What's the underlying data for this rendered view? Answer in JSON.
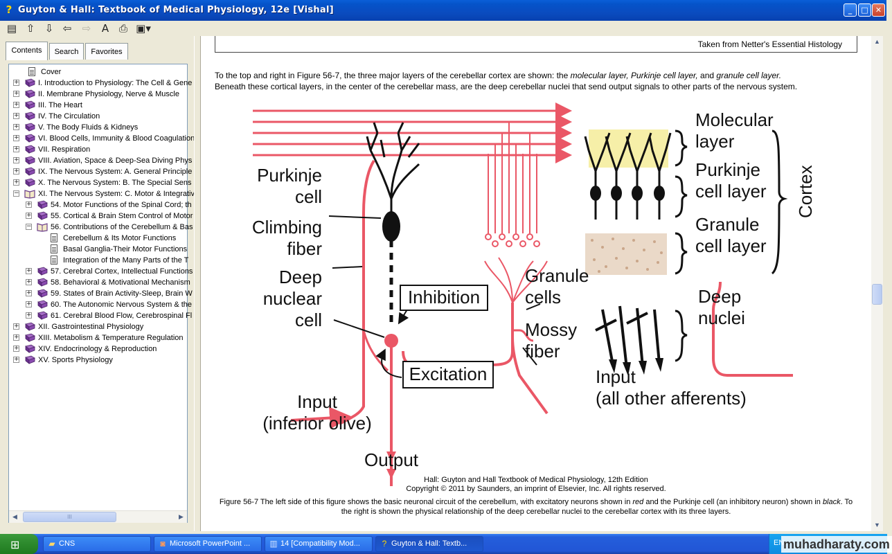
{
  "window": {
    "title": "Guyton & Hall: Textbook of Medical Physiology, 12e  [Vishal]"
  },
  "toolbar": {
    "buttons": [
      "hide-icon",
      "up-icon",
      "down-icon",
      "back-icon",
      "forward-icon",
      "font-icon",
      "print-icon",
      "options-icon"
    ]
  },
  "tabs": [
    {
      "label": "Contents",
      "active": true
    },
    {
      "label": "Search",
      "active": false
    },
    {
      "label": "Favorites",
      "active": false
    }
  ],
  "tree": [
    {
      "label": "Cover",
      "type": "doc",
      "level": 0
    },
    {
      "label": "I. Introduction to Physiology: The Cell & Gene",
      "type": "book",
      "level": 0
    },
    {
      "label": "II. Membrane Physiology, Nerve & Muscle",
      "type": "book",
      "level": 0
    },
    {
      "label": "III. The Heart",
      "type": "book",
      "level": 0
    },
    {
      "label": "IV. The Circulation",
      "type": "book",
      "level": 0
    },
    {
      "label": "V. The Body Fluids & Kidneys",
      "type": "book",
      "level": 0
    },
    {
      "label": "VI. Blood Cells, Immunity & Blood Coagulation",
      "type": "book",
      "level": 0
    },
    {
      "label": "VII. Respiration",
      "type": "book",
      "level": 0
    },
    {
      "label": "VIII. Aviation, Space & Deep-Sea Diving Phys",
      "type": "book",
      "level": 0
    },
    {
      "label": "IX. The Nervous System: A. General Principle",
      "type": "book",
      "level": 0
    },
    {
      "label": "X. The Nervous System: B. The Special Sens",
      "type": "book",
      "level": 0
    },
    {
      "label": "XI. The Nervous System: C. Motor & Integrativ",
      "type": "openbook",
      "level": 0
    },
    {
      "label": "54. Motor Functions of the Spinal Cord; th",
      "type": "book",
      "level": 1
    },
    {
      "label": "55. Cortical & Brain Stem Control of Motor",
      "type": "book",
      "level": 1
    },
    {
      "label": "56. Contributions of the Cerebellum & Bas",
      "type": "openbook",
      "level": 1
    },
    {
      "label": "Cerebellum & Its Motor Functions",
      "type": "doc",
      "level": 2
    },
    {
      "label": "Basal Ganglia-Their Motor Functions",
      "type": "doc",
      "level": 2
    },
    {
      "label": "Integration of the Many Parts of the T",
      "type": "doc",
      "level": 2
    },
    {
      "label": "57. Cerebral Cortex, Intellectual Functions",
      "type": "book",
      "level": 1
    },
    {
      "label": "58. Behavioral & Motivational Mechanism",
      "type": "book",
      "level": 1
    },
    {
      "label": "59. States of Brain Activity-Sleep, Brain W",
      "type": "book",
      "level": 1
    },
    {
      "label": "60. The Autonomic Nervous System & the",
      "type": "book",
      "level": 1
    },
    {
      "label": "61. Cerebral Blood Flow, Cerebrospinal Fl",
      "type": "book",
      "level": 1
    },
    {
      "label": "XII. Gastrointestinal Physiology",
      "type": "book",
      "level": 0
    },
    {
      "label": "XIII. Metabolism & Temperature Regulation",
      "type": "book",
      "level": 0
    },
    {
      "label": "XIV. Endocrinology & Reproduction",
      "type": "book",
      "level": 0
    },
    {
      "label": "XV. Sports Physiology",
      "type": "book",
      "level": 0
    }
  ],
  "hscroll_grip": "III",
  "content": {
    "credit": "Taken from Netter's Essential Histology",
    "para_1": "To the top and right in Figure 56-7, the three major layers of the cerebellar cortex are shown: the ",
    "para_em1": "molecular layer,",
    "para_2": " ",
    "para_em2": "Purkinje cell layer,",
    "para_3": " and ",
    "para_em3": "granule cell layer.",
    "para_4": "Beneath these cortical layers, in the center of the cerebellar mass, are the deep cerebellar nuclei that send output signals to other parts of the nervous system.",
    "figure": {
      "purkinje_1": "Purkinje",
      "purkinje_2": "cell",
      "climbing_1": "Climbing",
      "climbing_2": "fiber",
      "deep_1": "Deep",
      "deep_2": "nuclear",
      "deep_3": "cell",
      "inhibition": "Inhibition",
      "excitation": "Excitation",
      "input_io_1": "Input",
      "input_io_2": "(inferior olive)",
      "output": "Output",
      "granule_1": "Granule",
      "granule_2": "cells",
      "mossy_1": "Mossy",
      "mossy_2": "fiber",
      "input_all_1": "Input",
      "input_all_2": "(all other afferents)",
      "molecular_1": "Molecular",
      "molecular_2": "layer",
      "purkinje_layer_1": "Purkinje",
      "purkinje_layer_2": "cell layer",
      "granule_layer_1": "Granule",
      "granule_layer_2": "cell layer",
      "deep_nuclei_1": "Deep",
      "deep_nuclei_2": "nuclei",
      "cortex": "Cortex"
    },
    "fig_source_1": "Hall: Guyton and Hall Textbook of Medical Physiology, 12th Edition",
    "fig_source_2": "Copyright © 2011 by Saunders, an imprint of Elsevier, Inc. All rights reserved.",
    "caption_1": "Figure 56-7 The left side of this figure shows the basic neuronal circuit of the cerebellum, with excitatory neurons shown in ",
    "caption_em1": "red",
    "caption_2": " and the Purkinje cell (an inhibitory neuron) shown in ",
    "caption_em2": "black",
    "caption_3": ". To the right is shown the physical relationship of the deep cerebellar nuclei to the cerebellar cortex with its three layers."
  },
  "taskbar": {
    "items": [
      {
        "label": "CNS",
        "icon": "folder-icon"
      },
      {
        "label": "Microsoft PowerPoint ...",
        "icon": "powerpoint-icon"
      },
      {
        "label": "14 [Compatibility Mod...",
        "icon": "word-icon"
      },
      {
        "label": "Guyton & Hall: Textb...",
        "icon": "help-icon",
        "active": true
      }
    ],
    "tray_lang": "EN"
  },
  "watermark": "muhadharaty.com",
  "colors": {
    "excitatory": "#ea5766",
    "inhibitory": "#111111",
    "molecular_bg": "#f6efa8",
    "granule_dots": "#caa68a",
    "titlebar": "#0a4cc0"
  }
}
